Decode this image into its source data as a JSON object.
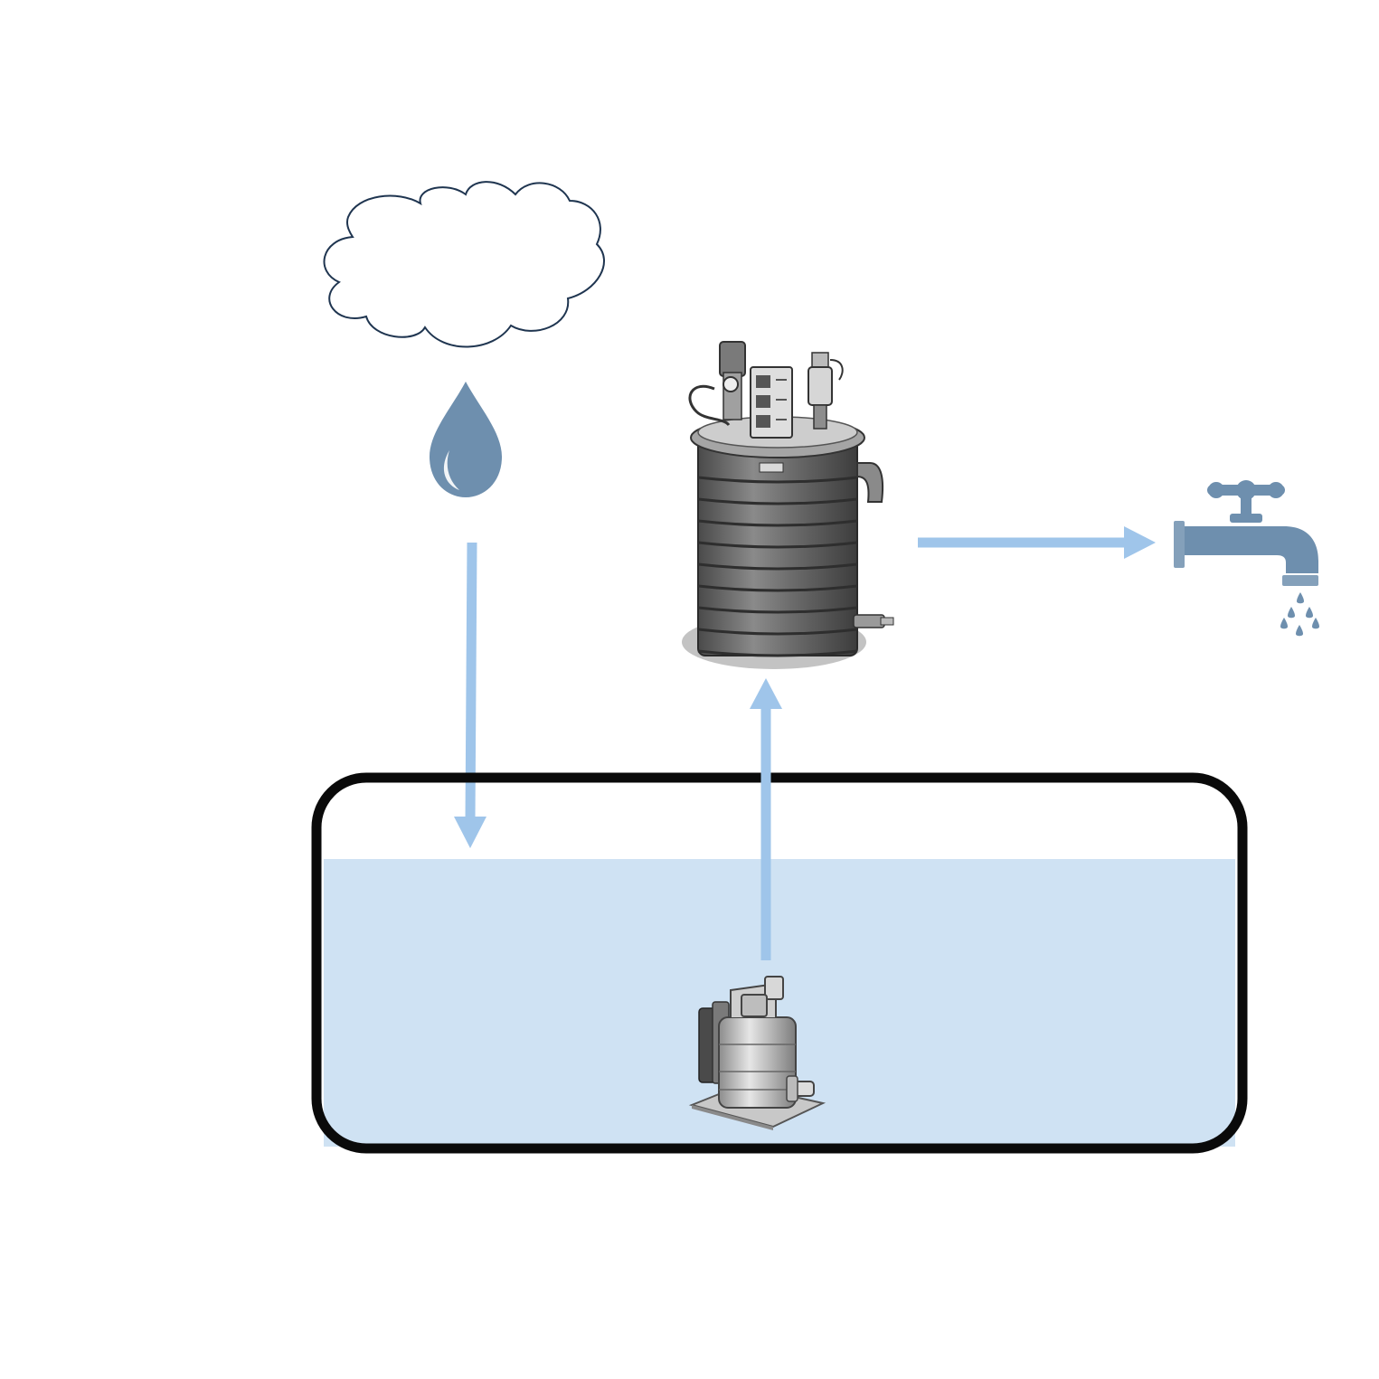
{
  "diagram": {
    "nodes": [
      {
        "id": "cloud",
        "icon": "cloud-icon"
      },
      {
        "id": "raindrop",
        "icon": "raindrop-icon"
      },
      {
        "id": "pressure-tank",
        "icon": "pressure-tank-icon"
      },
      {
        "id": "faucet",
        "icon": "faucet-icon"
      },
      {
        "id": "storage-tank",
        "icon": "storage-tank-icon"
      },
      {
        "id": "submersible-pump",
        "icon": "submersible-pump-icon"
      }
    ],
    "edges": [
      {
        "from": "raindrop",
        "to": "storage-tank"
      },
      {
        "from": "submersible-pump",
        "to": "pressure-tank"
      },
      {
        "from": "pressure-tank",
        "to": "faucet"
      }
    ]
  },
  "colors": {
    "arrow": "#9fc5ea",
    "water_fill": "#cfe2f3",
    "drop": "#6e8fae",
    "faucet": "#6e8fae",
    "cloud_stroke": "#1f3550",
    "tank_outline": "#0a0a0a",
    "pump_metal": "#9a9a9a",
    "tank_body": "#6b6b6b"
  }
}
